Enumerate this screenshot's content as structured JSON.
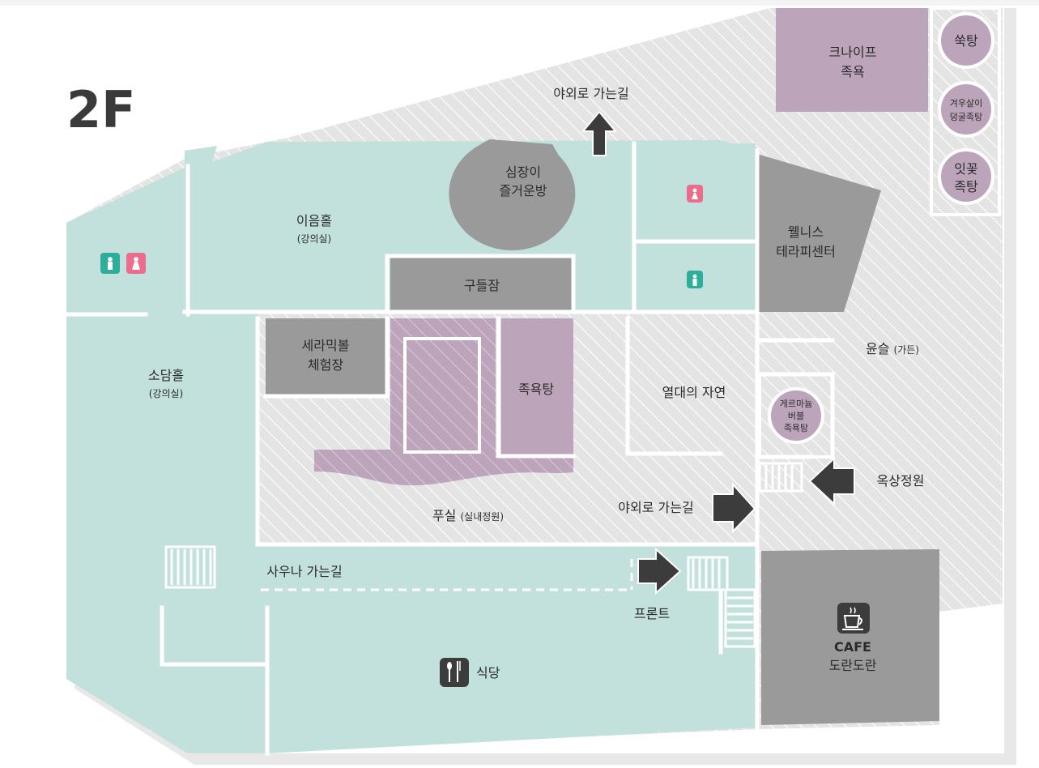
{
  "floor": "2F",
  "colors": {
    "room_teal": "#c2e1dc",
    "room_purple": "#bca4ba",
    "room_gray": "#9a9a9a",
    "hatch_bg": "#e4e4e4",
    "hatch_line": "#ffffff",
    "arrow": "#3c3c3c",
    "icon_female": "#ec6d8b",
    "icon_male": "#2cae9b",
    "shadow": "#e6e6e6"
  },
  "rooms": {
    "ieum_hall": {
      "name": "이음홀",
      "sub": "(강의실)"
    },
    "sodam_hall": {
      "name": "소담홀",
      "sub": "(강의실)"
    },
    "simjang": {
      "line1": "심장이",
      "line2": "즐거운방"
    },
    "gudeuljam": {
      "name": "구들잠"
    },
    "ceramic": {
      "line1": "세라믹볼",
      "line2": "체험장"
    },
    "foot_bath": {
      "name": "족욕탕"
    },
    "tropical": {
      "name": "열대의 자연"
    },
    "wellness": {
      "line1": "웰니스",
      "line2": "테라피센터"
    },
    "knipe": {
      "line1": "크나이프",
      "line2": "족욕"
    },
    "ssuk": {
      "name": "쑥탕"
    },
    "gyeousari": {
      "line1": "겨우살이",
      "line2": "덩굴족탕"
    },
    "itkkot": {
      "line1": "잇꽃",
      "line2": "족탕"
    },
    "yunseul": {
      "name": "윤슬",
      "sub": "(가든)"
    },
    "germanium": {
      "line1": "게르마늄",
      "line2": "버블",
      "line3": "족욕탕"
    },
    "pusil": {
      "name": "푸실",
      "sub": "(실내정원)"
    },
    "cafe": {
      "line1": "CAFE",
      "line2": "도란도란"
    },
    "restaurant": {
      "name": "식당"
    }
  },
  "routes": {
    "outdoor_top": "야외로 가는길",
    "outdoor_mid": "야외로 가는길",
    "rooftop": "옥상정원",
    "sauna": "사우나 가는길",
    "front": "프론트"
  }
}
